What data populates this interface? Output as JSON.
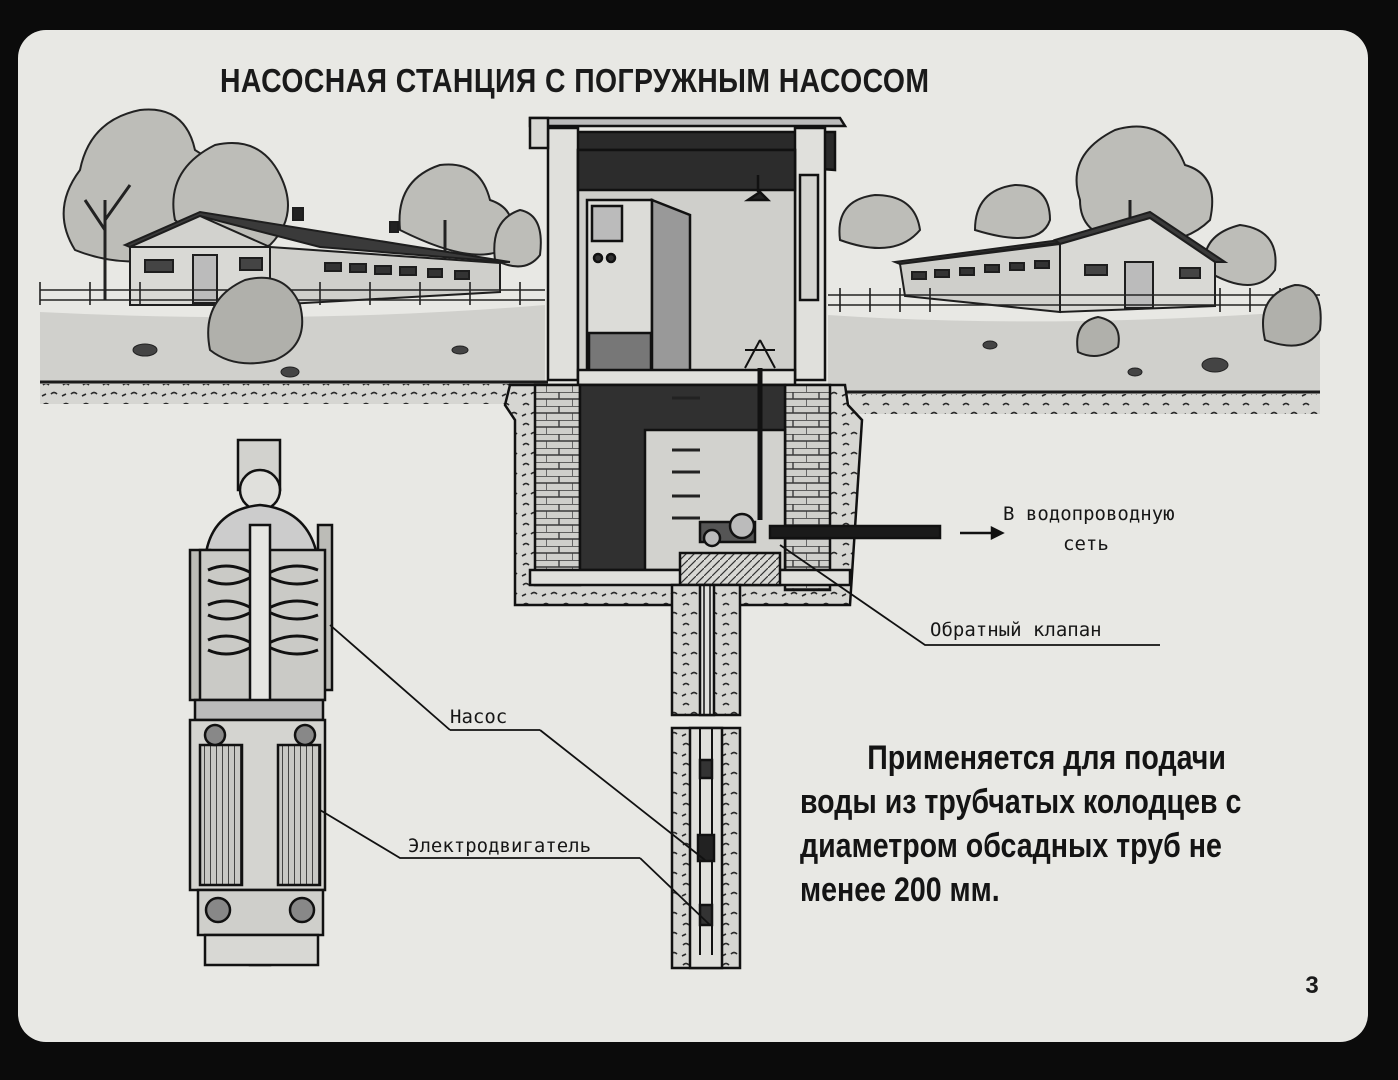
{
  "slide": {
    "title": "НАСОСНАЯ СТАНЦИЯ С ПОГРУЖНЫМ НАСОСОМ",
    "labels": {
      "water_network_line1": "В водопроводную",
      "water_network_line2": "сеть",
      "check_valve": "Обратный клапан",
      "pump": "Насос",
      "motor": "Электродвигатель"
    },
    "description_lines": [
      "Применяется для подачи",
      "воды из трубчатых колодцев с",
      "диаметром обсадных труб не",
      "менее 200 мм."
    ],
    "page_number": "3"
  },
  "colors": {
    "paper": "#e8e8e4",
    "ink": "#1a1a1a",
    "frame": "#0b0b0b"
  }
}
